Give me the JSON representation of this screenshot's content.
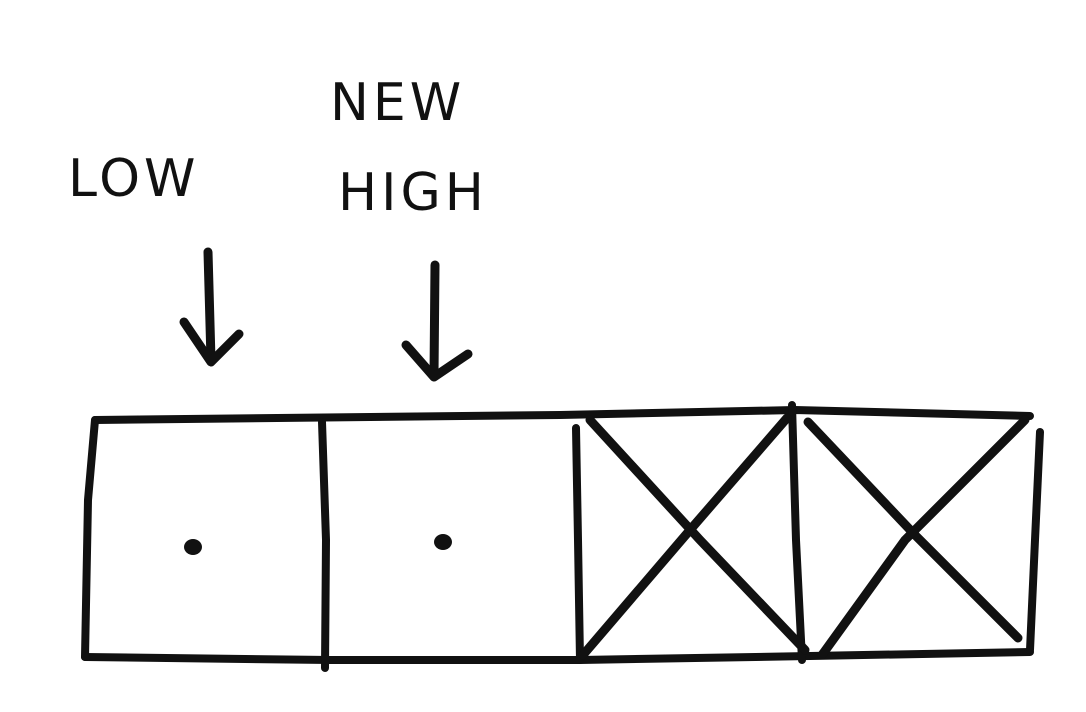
{
  "labels": {
    "low": "LOW",
    "new_high_line1": "NEW",
    "new_high_line2": "HIGH"
  },
  "cells": [
    {
      "state": "dot"
    },
    {
      "state": "dot"
    },
    {
      "state": "crossed"
    },
    {
      "state": "crossed"
    }
  ],
  "colors": {
    "ink": "#111111",
    "background": "#ffffff"
  }
}
